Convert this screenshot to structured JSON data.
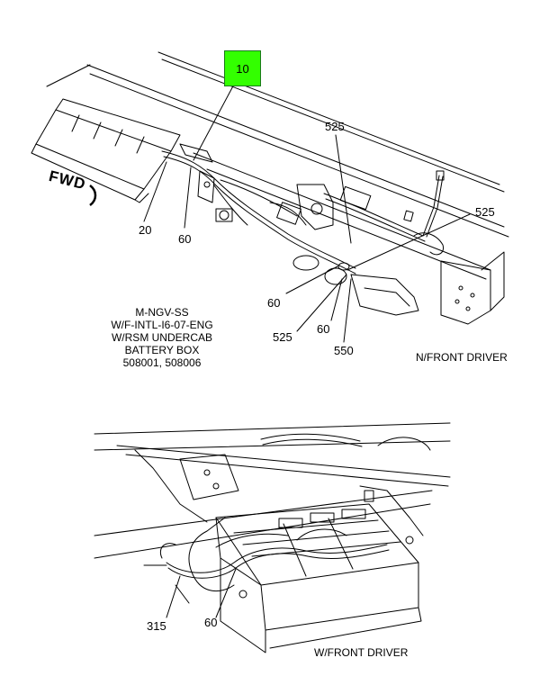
{
  "diagram": {
    "highlight_color": "#33ff00",
    "highlighted_callout": "10",
    "fwd_label": "FWD",
    "top_view": {
      "callouts": {
        "c20": "20",
        "c60_left": "60",
        "c525_top": "525",
        "c525_right": "525",
        "c60_mid": "60",
        "c525_bottom": "525",
        "c60_lower": "60",
        "c550": "550"
      },
      "note_lines": [
        "M-NGV-SS",
        "W/F-INTL-I6-07-ENG",
        "W/RSM UNDERCAB",
        "BATTERY BOX",
        "508001, 508006"
      ],
      "caption": "N/FRONT DRIVER"
    },
    "bottom_view": {
      "callouts": {
        "c315": "315",
        "c60": "60"
      },
      "caption": "W/FRONT DRIVER"
    }
  }
}
